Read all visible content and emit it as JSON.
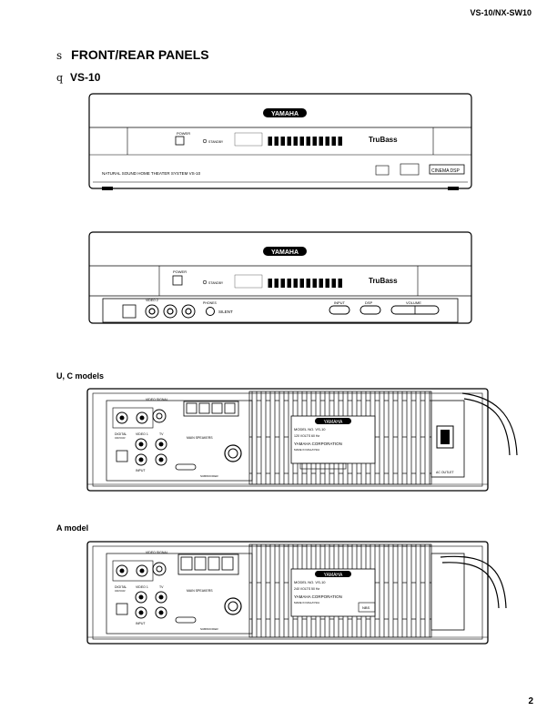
{
  "header": {
    "model": "VS-10/NX-SW10"
  },
  "page_number": "2",
  "section": {
    "bullet": "s",
    "title": "FRONT/REAR PANELS"
  },
  "subsection": {
    "bullet": "q",
    "title": "VS-10"
  },
  "model_labels": {
    "uc": "U, C models",
    "a": "A model"
  },
  "front_panel": {
    "brand": "YAMAHA",
    "power_label": "POWER",
    "standby_label": "STANDBY",
    "trubass": "TruBass",
    "natural_sound": "NATURAL SOUND HOME THEATER SYSTEM VS-10",
    "cinema_dsp": "CINEMA DSP",
    "phones_label": "PHONES",
    "silent_label": "SILENT",
    "input_label": "INPUT",
    "dsp_label": "DSP",
    "volume_label": "VOLUME",
    "video2_label": "VIDEO 2"
  },
  "rear_panel": {
    "video_signal": "VIDEO SIGNAL",
    "digital_label": "DIGITAL",
    "opt_label": "CD/VCR",
    "video1_label": "VIDEO 1",
    "tv_label": "TV",
    "input_label": "INPUT",
    "main_speakers": "MAIN SPEAKERS",
    "subwoofer_out": "SUBWOOFER",
    "model_no": "MODEL NO. VS-10",
    "voltage_uc": "120 VOLTS 60 Hz",
    "voltage_a": "240 VOLTS 50 Hz",
    "corporation": "YAMAHA CORPORATION",
    "made_in": "MADE IN MALAYSIA",
    "ac_outlet": "AC OUTLET",
    "nbs": "NBS"
  }
}
